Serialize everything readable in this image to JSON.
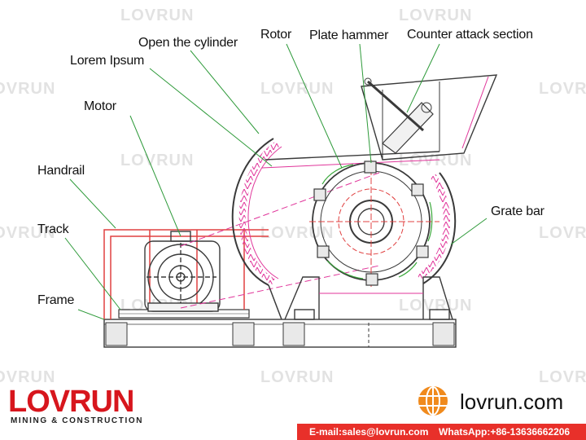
{
  "watermark": "LOVRUN",
  "labels": {
    "open_cylinder": "Open the cylinder",
    "rotor": "Rotor",
    "plate_hammer": "Plate hammer",
    "counter_attack": "Counter attack section",
    "lorem_ipsum": "Lorem Ipsum",
    "motor": "Motor",
    "handrail": "Handrail",
    "track": "Track",
    "frame": "Frame",
    "grate_bar": "Grate bar"
  },
  "brand": {
    "name": "LOVRUN",
    "tagline": "MINING & CONSTRUCTION",
    "website": "lovrun.com"
  },
  "contact": {
    "email": "E-mail:sales@lovrun.com",
    "whatsapp": "WhatsApp:+86-13636662206"
  },
  "colors": {
    "leader_line": "#2e9a3a",
    "drawing_dark": "#3a3a3a",
    "drawing_magenta": "#e0359a",
    "drawing_red": "#e04040",
    "drawing_green": "#39a83a",
    "brand_red": "#d7161d",
    "globe_orange": "#f08a1c",
    "contact_bar": "#e8302a"
  }
}
